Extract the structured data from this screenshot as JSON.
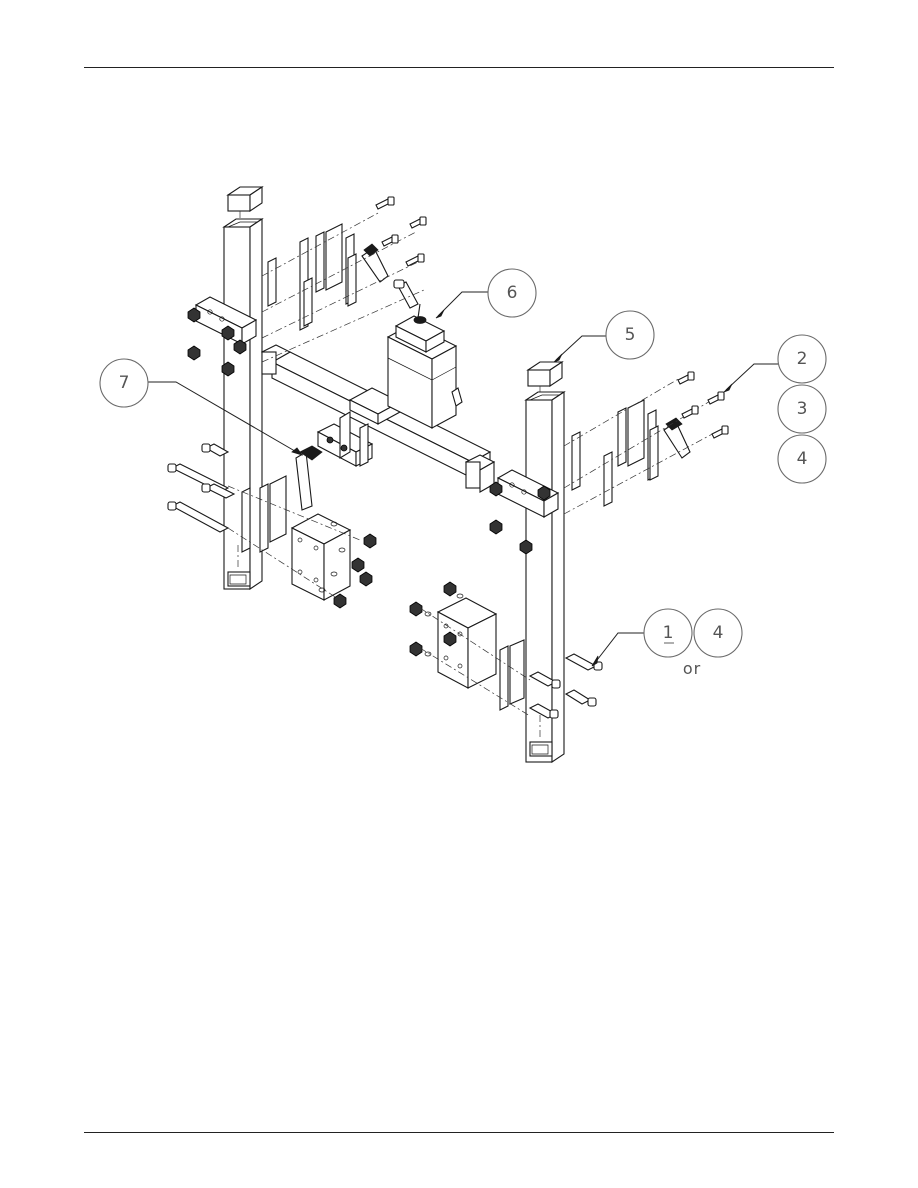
{
  "callouts": [
    {
      "id": "c1",
      "label": "1"
    },
    {
      "id": "c2",
      "label": "2"
    },
    {
      "id": "c3",
      "label": "3"
    },
    {
      "id": "c4a",
      "label": "4"
    },
    {
      "id": "c4b",
      "label": "4"
    },
    {
      "id": "c5",
      "label": "5"
    },
    {
      "id": "c6",
      "label": "6"
    },
    {
      "id": "c7",
      "label": "7"
    }
  ],
  "or_label": "or"
}
